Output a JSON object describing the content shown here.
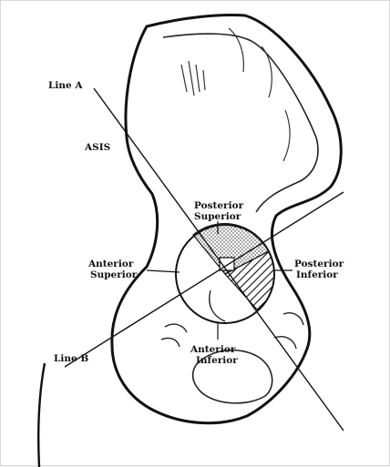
{
  "diagram": {
    "labels": {
      "line_a": "Line A",
      "line_b": "Line B",
      "asis": "ASIS",
      "posterior_superior": [
        "Posterior",
        "Superior"
      ],
      "posterior_inferior": [
        "Posterior",
        "Inferior"
      ],
      "anterior_superior": [
        "Anterior",
        "Superior"
      ],
      "anterior_inferior": [
        "Anterior",
        "Inferior"
      ]
    },
    "quadrant_fills": {
      "posterior_superior": "stippled",
      "posterior_inferior": "hatched",
      "anterior_superior": "blank",
      "anterior_inferior": "blank"
    }
  }
}
